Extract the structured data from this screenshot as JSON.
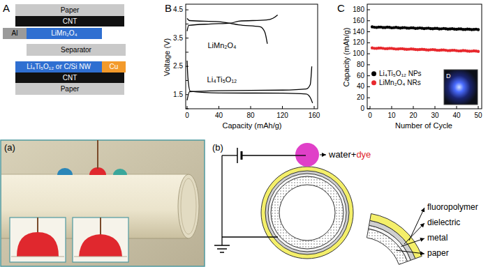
{
  "diagram": {
    "nodes": [
      {
        "text": [
          "Paper"
        ]
      },
      {
        "text": [
          "CNT"
        ]
      },
      {
        "text": [
          "Al"
        ]
      },
      {
        "text": [
          "LiMn₂O₄"
        ]
      },
      {
        "text": [
          "Separator"
        ]
      },
      {
        "text": [
          "Li₄Ti₅O₁₂ or C/Si NW"
        ]
      },
      {
        "text": [
          "Cu"
        ]
      },
      {
        "text": [
          "CNT"
        ]
      },
      {
        "text": [
          "Paper"
        ]
      }
    ],
    "labels": [
      "A",
      "B",
      "Voltage (V)",
      "4.5",
      "3.5",
      "2.5",
      "1.5",
      "0",
      "40",
      "80",
      "120",
      "160",
      "Capacity (mAh/g)",
      "LiMn₂O₄",
      "Li₄Ti₅O₁₂",
      "C",
      "Capacity (mAh/g)",
      "180",
      "160",
      "140",
      "120",
      "100",
      "80",
      "60",
      "40",
      "20",
      "0",
      "0",
      "10",
      "20",
      "30",
      "40",
      "50",
      "Number of Cycle",
      "D",
      "(a)",
      "(b)",
      "water+",
      "dye",
      "fluoropolymer",
      "dielectric",
      "metal",
      "paper"
    ],
    "legend": [
      {
        "text": "Li₄Ti₅O₁₂ NPs",
        "color": "#000000"
      },
      {
        "text": "LiMn₂O₄ NRs",
        "color": "#e8282d"
      }
    ]
  }
}
